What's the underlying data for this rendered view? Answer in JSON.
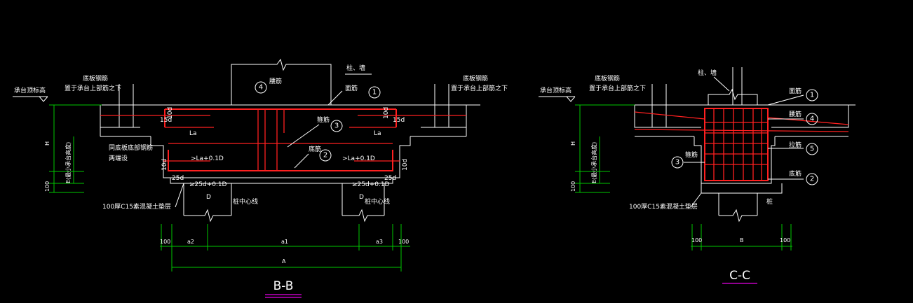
{
  "bb": {
    "title": "B-B",
    "elev_label": "承台顶标高",
    "bottom_bar_left": "底板钢筋",
    "bottom_bar_left2": "置于承台上部筋之下",
    "bottom_bar_right": "底板钢筋",
    "bottom_bar_right2": "置于承台上部筋之下",
    "column": "柱、墙",
    "top_bar": "面筋",
    "stirrup": "腰筋",
    "stirrup2": "箍筋",
    "bottom": "底筋",
    "same_bar": "同底板底部钢筋",
    "same_bar2": "两端设",
    "cushion": "100厚C15素混凝土垫层",
    "pile_center_1": "桩中心线",
    "pile_center_2": "桩中心线",
    "dim_15d_l": "15d",
    "dim_10d_l": "10d",
    "dim_la_l": "La",
    "dim_la_r": "La",
    "dim_15d_r": "15d",
    "dim_10d_r": "10d",
    "dim_la01_l": ">La+0.1D",
    "dim_la01_r": ">La+0.1D",
    "dim_10d_bl": "10d",
    "dim_10d_br": "10d",
    "dim_25d_l": "25d",
    "dim_25d_r": "25d",
    "dim_25d01_l": "≥25d+0.1D",
    "dim_25d01_r": "≥25d+0.1D",
    "dim_D_l": "D",
    "dim_D_r": "D",
    "dim_H": "H",
    "dim_100": "100",
    "dim_E": "E(最小承台高度)",
    "dim_100_a": "100",
    "dim_a2": "a2",
    "dim_a1": "a1",
    "dim_a3": "a3",
    "dim_100_b": "100",
    "dim_A": "A",
    "n1": "1",
    "n2": "2",
    "n3": "3",
    "n4": "4"
  },
  "cc": {
    "title": "C-C",
    "elev_label": "承台顶标高",
    "bottom_bar": "底板钢筋",
    "bottom_bar2": "置于承台上部筋之下",
    "column": "柱、墙",
    "top_bar": "面筋",
    "waist": "腰筋",
    "stirrup": "拉筋",
    "bottom": "底筋",
    "stirrup_left": "箍筋",
    "cushion": "100厚C15素混凝土垫层",
    "pile": "桩",
    "dim_H": "H",
    "dim_100": "100",
    "dim_E": "E(最小承台高度)",
    "dim_100_a": "100",
    "dim_B": "B",
    "dim_100_b": "100",
    "n1": "1",
    "n4": "4",
    "n5": "5",
    "n2": "2",
    "n3": "3"
  },
  "colors": {
    "outline": "#ffffff",
    "dimension": "#00c800",
    "rebar": "#ff2020",
    "title_underline": "#c000c0",
    "background": "#000000"
  }
}
